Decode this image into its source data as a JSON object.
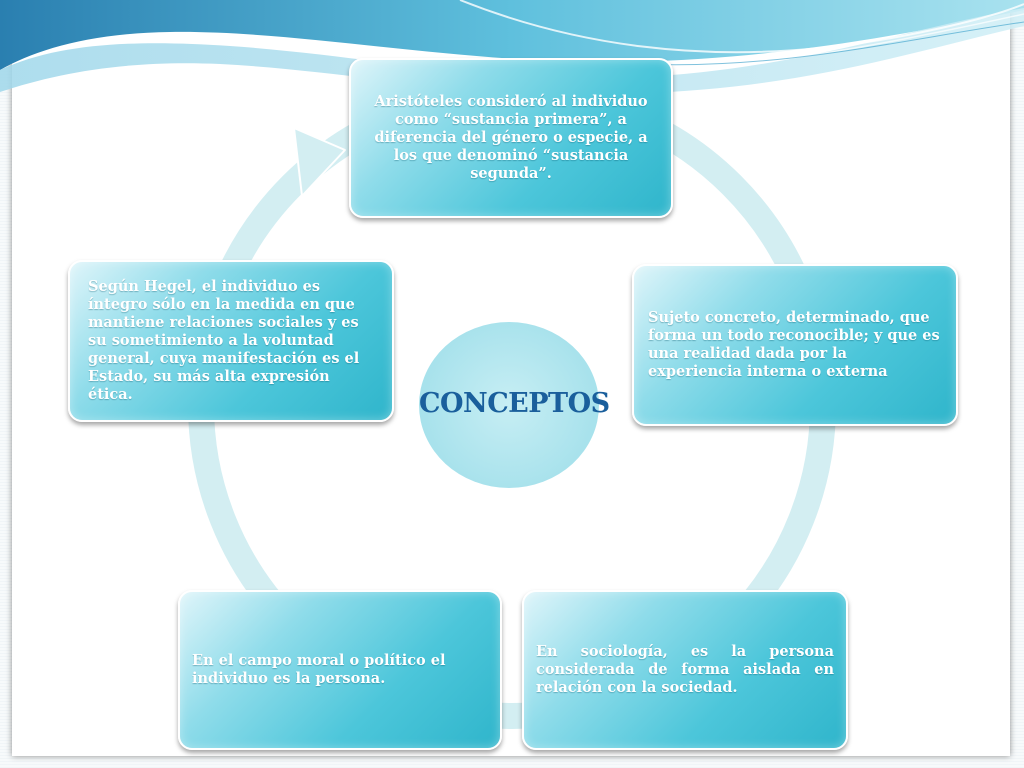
{
  "center": {
    "label": "CONCEPTOS"
  },
  "boxes": {
    "top": "Aristóteles consideró al individuo como “sustancia primera”, a diferencia del género o especie, a los que denominó “sustancia segunda”.",
    "right": "Sujeto concreto, determinado, que forma un todo reconocible; y que es una realidad dada por la experiencia interna o externa",
    "bottom_right": "En sociología, es la persona considerada de forma aislada en relación con la sociedad.",
    "bottom_left": "En el campo moral o político el individuo es la persona.",
    "left": " Según Hegel, el individuo es íntegro sólo en la medida en que mantiene relaciones sociales y es su sometimiento a la voluntad general, cuya manifestación es el Estado, su más alta expresión ética."
  },
  "colors": {
    "box_fill": "#4cc6da",
    "ring": "#d3eef2",
    "center_fill": "#a8e2ec",
    "center_text": "#1a5f9c",
    "wave_dark": "#2f8fb6",
    "wave_light": "#8fd3e6"
  }
}
